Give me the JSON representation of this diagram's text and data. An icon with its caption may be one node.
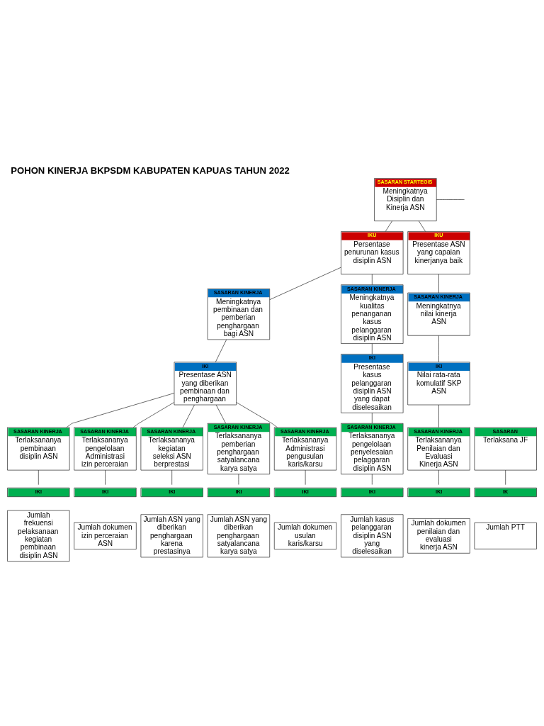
{
  "diagram": {
    "title": "POHON KINERJA BKPSDM KABUPATEN KAPUAS TAHUN 2022",
    "nodes": [
      {
        "text": [
          "SASARAN STARTEGIS",
          "Meningkatnya Disiplin dan Kinerja ASN"
        ]
      },
      {
        "text": [
          "IKU",
          "Persentase penurunan kasus disiplin ASN"
        ]
      },
      {
        "text": [
          "IKU",
          "Presentase ASN yang capaian kinerjanya baik"
        ]
      },
      {
        "text": [
          "SASARAN KINERJA",
          "Meningkatnya pembinaan dan pemberian penghargaan bagi ASN"
        ]
      },
      {
        "text": [
          "SASARAN KINERJA",
          "Meningkatnya kualitas penanganan kasus pelanggaran disiplin ASN"
        ]
      },
      {
        "text": [
          "SASARAN KINERJA",
          "Meningkatnya nilai kinerja ASN"
        ]
      },
      {
        "text": [
          "IKI",
          "Presentase ASN yang diberikan pembinaan dan penghargaan"
        ]
      },
      {
        "text": [
          "IKI",
          "Presentase kasus pelanggaran disiplin ASN yang dapat diselesaikan"
        ]
      },
      {
        "text": [
          "IKI",
          "Nilai rata-rata komulatif SKP ASN"
        ]
      },
      {
        "text": [
          "SASARAN KINERJA",
          "Terlaksananya pembinaan disiplin ASN"
        ]
      },
      {
        "text": [
          "SASARAN KINERJA",
          "Terlaksananya pengelolaan Administrasi izin perceraian"
        ]
      },
      {
        "text": [
          "SASARAN KINERJA",
          "Terlaksananya kegiatan seleksi ASN berprestasi"
        ]
      },
      {
        "text": [
          "SASARAN KINERJA",
          "Terlaksananya pemberian penghargaan satyalancana karya satya"
        ]
      },
      {
        "text": [
          "SASARAN KINERJA",
          "Terlaksananya Administrasi pengusulan karis/karsu"
        ]
      },
      {
        "text": [
          "SASARAN KINERJA",
          "Terlaksananya pengelolaan penyelesaian pelaggaran disiplin ASN"
        ]
      },
      {
        "text": [
          "SASARAN KINERJA",
          "Terlaksananya Penilaian dan Evaluasi Kinerja ASN"
        ]
      },
      {
        "text": [
          "SASARAN",
          "Terlaksana JF"
        ]
      },
      {
        "text": [
          "IKI"
        ]
      },
      {
        "text": [
          "IKI"
        ]
      },
      {
        "text": [
          "IKI"
        ]
      },
      {
        "text": [
          "IKI"
        ]
      },
      {
        "text": [
          "IKI"
        ]
      },
      {
        "text": [
          "IKI"
        ]
      },
      {
        "text": [
          "IKI"
        ]
      },
      {
        "text": [
          "IK"
        ]
      },
      {
        "text": [
          "Jumlah frekuensi pelaksanaan kegiatan pembinaan disiplin ASN"
        ]
      },
      {
        "text": [
          "Jumlah dokumen izin perceraian ASN"
        ]
      },
      {
        "text": [
          "Jumlah ASN yang diberikan penghargaan karena prestasinya"
        ]
      },
      {
        "text": [
          "Jumlah ASN yang diberikan penghargaan satyalancana karya satya"
        ]
      },
      {
        "text": [
          "Jumlah dokumen usulan karis/karsu"
        ]
      },
      {
        "text": [
          "Jumlah kasus pelanggaran disiplin ASN yang diselesaikan"
        ]
      },
      {
        "text": [
          "Jumlah dokumen penilaian dan evaluasi kinerja ASN"
        ]
      },
      {
        "text": [
          "Jumlah PTT"
        ]
      }
    ],
    "edges": [
      {
        "from": 0,
        "to": null,
        "arrow": "none"
      },
      {
        "from": 0,
        "to": 1,
        "arrow": "none"
      },
      {
        "from": 0,
        "to": 2,
        "arrow": "none"
      },
      {
        "from": 1,
        "to": 3,
        "arrow": "none"
      },
      {
        "from": 1,
        "to": 4,
        "arrow": "none"
      },
      {
        "from": 2,
        "to": 5,
        "arrow": "none"
      },
      {
        "from": 3,
        "to": 6,
        "arrow": "none"
      },
      {
        "from": 4,
        "to": 7,
        "arrow": "none"
      },
      {
        "from": 5,
        "to": 8,
        "arrow": "none"
      },
      {
        "from": 6,
        "to": 9,
        "arrow": "none"
      },
      {
        "from": 6,
        "to": 10,
        "arrow": "none"
      },
      {
        "from": 6,
        "to": 11,
        "arrow": "none"
      },
      {
        "from": 6,
        "to": 12,
        "arrow": "none"
      },
      {
        "from": 6,
        "to": 13,
        "arrow": "none"
      },
      {
        "from": 7,
        "to": 14,
        "arrow": "none"
      },
      {
        "from": 8,
        "to": 15,
        "arrow": "none"
      },
      {
        "from": 9,
        "to": 17,
        "arrow": "none"
      },
      {
        "from": 10,
        "to": 18,
        "arrow": "none"
      },
      {
        "from": 11,
        "to": 19,
        "arrow": "none"
      },
      {
        "from": 12,
        "to": 20,
        "arrow": "none"
      },
      {
        "from": 13,
        "to": 21,
        "arrow": "none"
      },
      {
        "from": 14,
        "to": 22,
        "arrow": "none"
      },
      {
        "from": 15,
        "to": 23,
        "arrow": "none"
      },
      {
        "from": 16,
        "to": 24,
        "arrow": "none"
      }
    ]
  }
}
